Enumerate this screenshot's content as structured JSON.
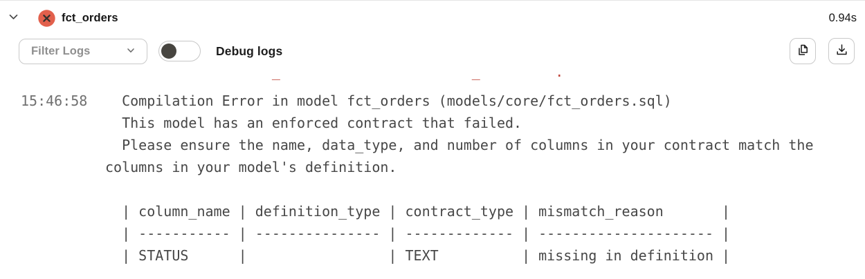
{
  "header": {
    "model_name": "fct_orders",
    "duration": "0.94s",
    "status": "error",
    "icons": {
      "collapse": "chevron-down",
      "status": "error-circle-x"
    }
  },
  "toolbar": {
    "filter_dropdown": {
      "label": "Filter Logs",
      "state": "collapsed"
    },
    "debug_toggle": {
      "label": "Debug logs",
      "state": "off"
    },
    "copy_button_icon": "copy-document",
    "download_button_icon": "download"
  },
  "log": {
    "clipped_previous_line": "                    _                       _         .",
    "entry": {
      "timestamp": "15:46:58",
      "message": "  Compilation Error in model fct_orders (models/core/fct_orders.sql)\n  This model has an enforced contract that failed.\n  Please ensure the name, data_type, and number of columns in your contract match the columns in your model's definition.\n\n  | column_name | definition_type | contract_type | mismatch_reason       |\n  | ----------- | --------------- | ------------- | --------------------- |\n  | STATUS      |                 | TEXT          | missing in definition |"
    }
  },
  "colors": {
    "error_badge": "#e2604c",
    "error_text": "#c0453a",
    "log_text": "#474747",
    "timestamp_text": "#707070",
    "control_border": "#c9c9c9",
    "top_border": "#e4e4e4"
  }
}
